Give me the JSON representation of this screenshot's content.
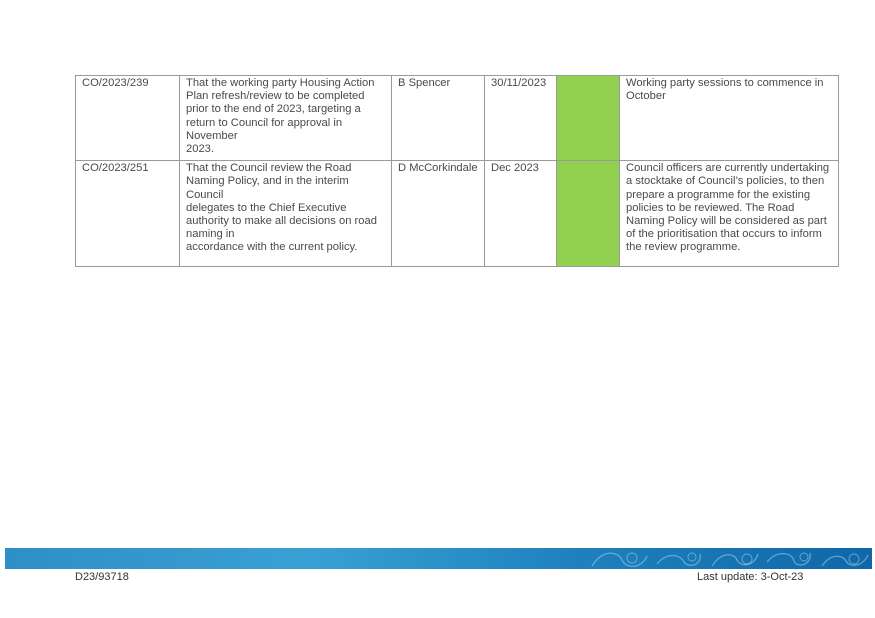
{
  "rows": [
    {
      "ref": "CO/2023/239",
      "resolution": [
        "That the working party Housing Action",
        "Plan refresh/review to be completed",
        "prior to the end of 2023, targeting a",
        "return to Council for approval in",
        "November",
        "2023."
      ],
      "officer": "B Spencer",
      "due": "30/11/2023",
      "status_color": "#92d050",
      "comment": [
        "Working party sessions to commence in",
        "October"
      ]
    },
    {
      "ref": "CO/2023/251",
      "resolution": [
        "That the Council review the Road",
        "Naming Policy, and in the interim",
        "Council",
        "delegates to the Chief Executive",
        "authority to make all decisions on road",
        "naming in",
        "accordance with the current policy."
      ],
      "officer": "D McCorkindale",
      "due": "Dec 2023",
      "status_color": "#92d050",
      "comment": [
        "Council officers are currently undertaking",
        "a stocktake of Council’s policies, to then",
        "prepare a programme for the existing",
        "policies to be reviewed.  The Road",
        "Naming Policy will be considered as part",
        "of the prioritisation that occurs to inform",
        "the review programme."
      ]
    }
  ],
  "footer": {
    "doc_id": "D23/93718",
    "last_update": "Last update: 3-Oct-23"
  },
  "colors": {
    "status_green": "#92d050",
    "band_blue": "#2e8fc6"
  }
}
